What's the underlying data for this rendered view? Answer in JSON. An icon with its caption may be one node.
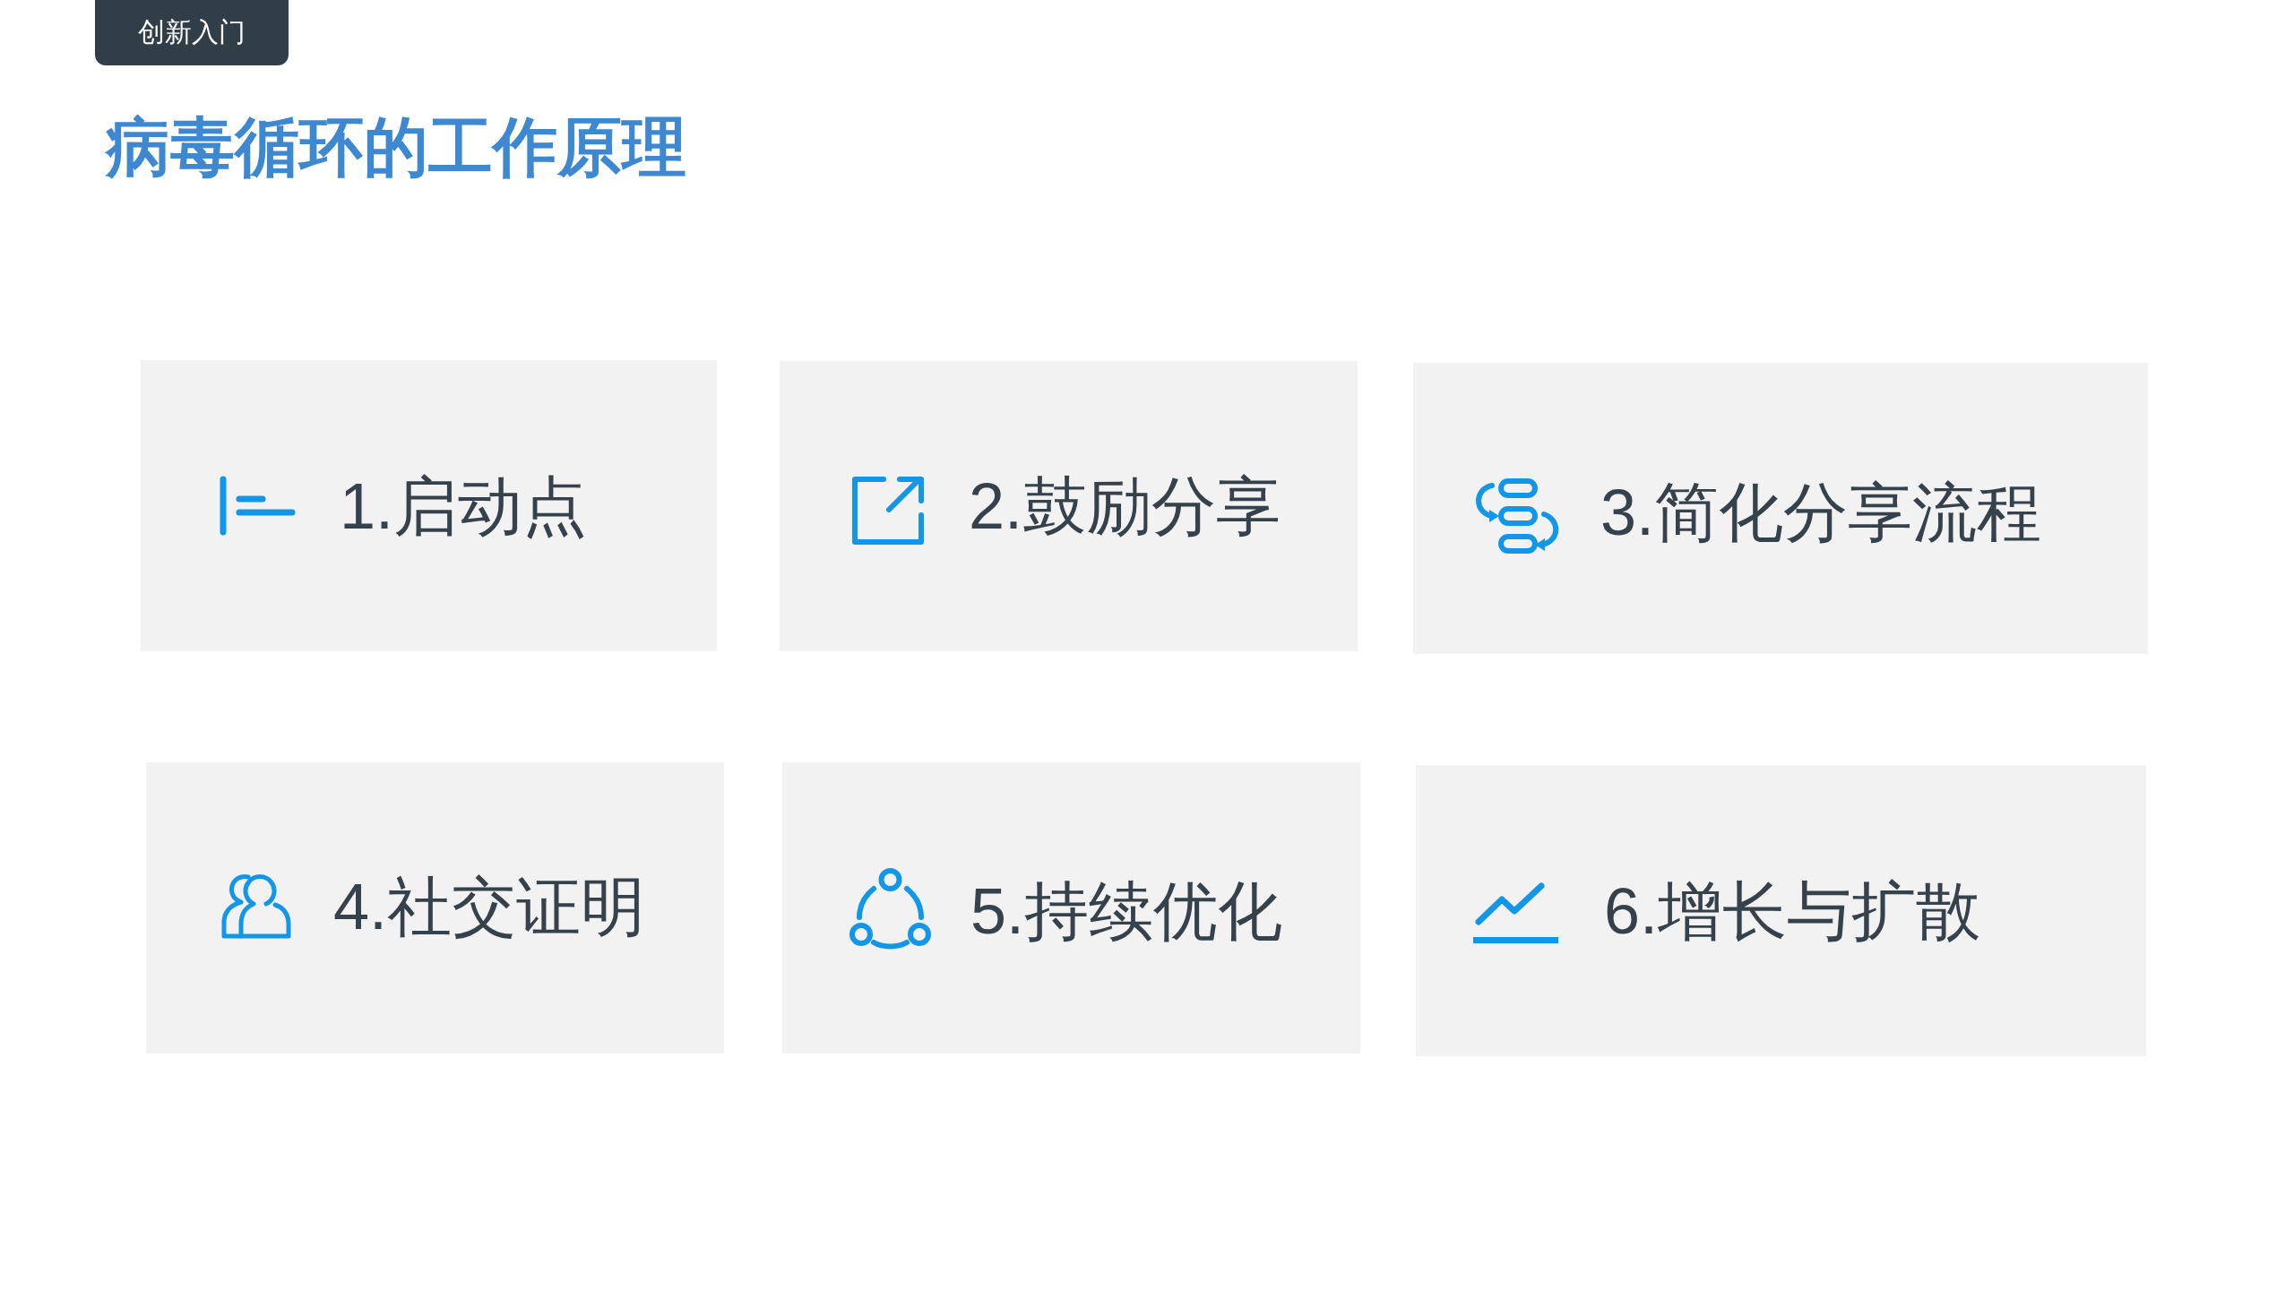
{
  "diagram": {
    "title": "病毒循环的工作原理",
    "nodes": [
      {
        "text": [
          "创新入门"
        ]
      },
      {
        "text": [
          "1.启动点"
        ]
      },
      {
        "text": [
          "2.鼓励分享"
        ]
      },
      {
        "text": [
          "3.简化分享流程"
        ]
      },
      {
        "text": [
          "4.社交证明"
        ]
      },
      {
        "text": [
          "5.持续优化"
        ]
      },
      {
        "text": [
          "6.增长与扩散"
        ]
      }
    ]
  }
}
